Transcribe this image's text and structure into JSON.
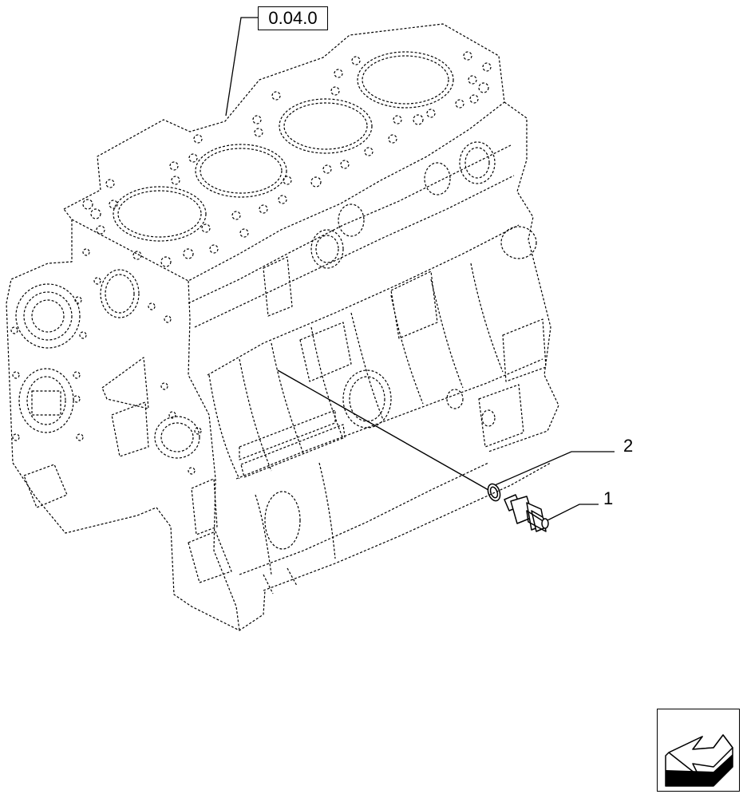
{
  "diagram": {
    "reference": "0.04.0",
    "callouts": [
      {
        "id": "1",
        "label": "1"
      },
      {
        "id": "2",
        "label": "2"
      }
    ],
    "line_color": "#000000",
    "background": "#ffffff",
    "nav_icon": "arrow-back-icon"
  }
}
